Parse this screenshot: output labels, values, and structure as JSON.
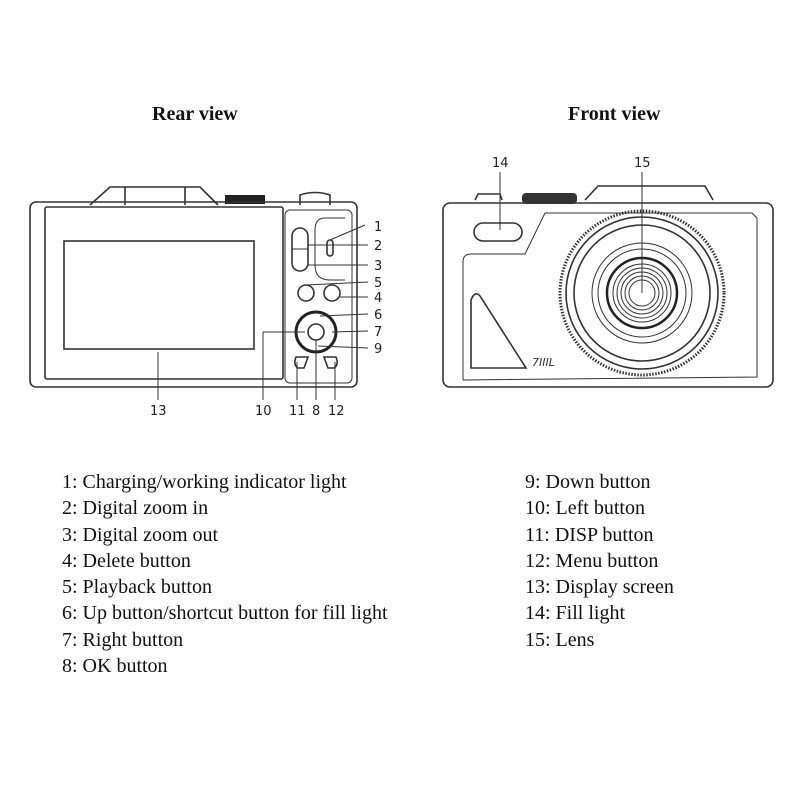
{
  "titles": {
    "rear": "Rear view",
    "front": "Front view"
  },
  "callouts": [
    "1",
    "2",
    "3",
    "4",
    "5",
    "6",
    "7",
    "8",
    "9",
    "10",
    "11",
    "12",
    "13",
    "14",
    "15"
  ],
  "legend_left": [
    "1: Charging/working indicator light",
    "2: Digital zoom in",
    "3: Digital zoom out",
    "4: Delete button",
    "5: Playback button",
    "6: Up button/shortcut button for fill light",
    "7: Right button",
    "8: OK button"
  ],
  "legend_right": [
    "9: Down button",
    "10: Left button",
    "11: DISP button",
    "12: Menu button",
    "13: Display screen",
    "14: Fill light",
    "15: Lens"
  ]
}
